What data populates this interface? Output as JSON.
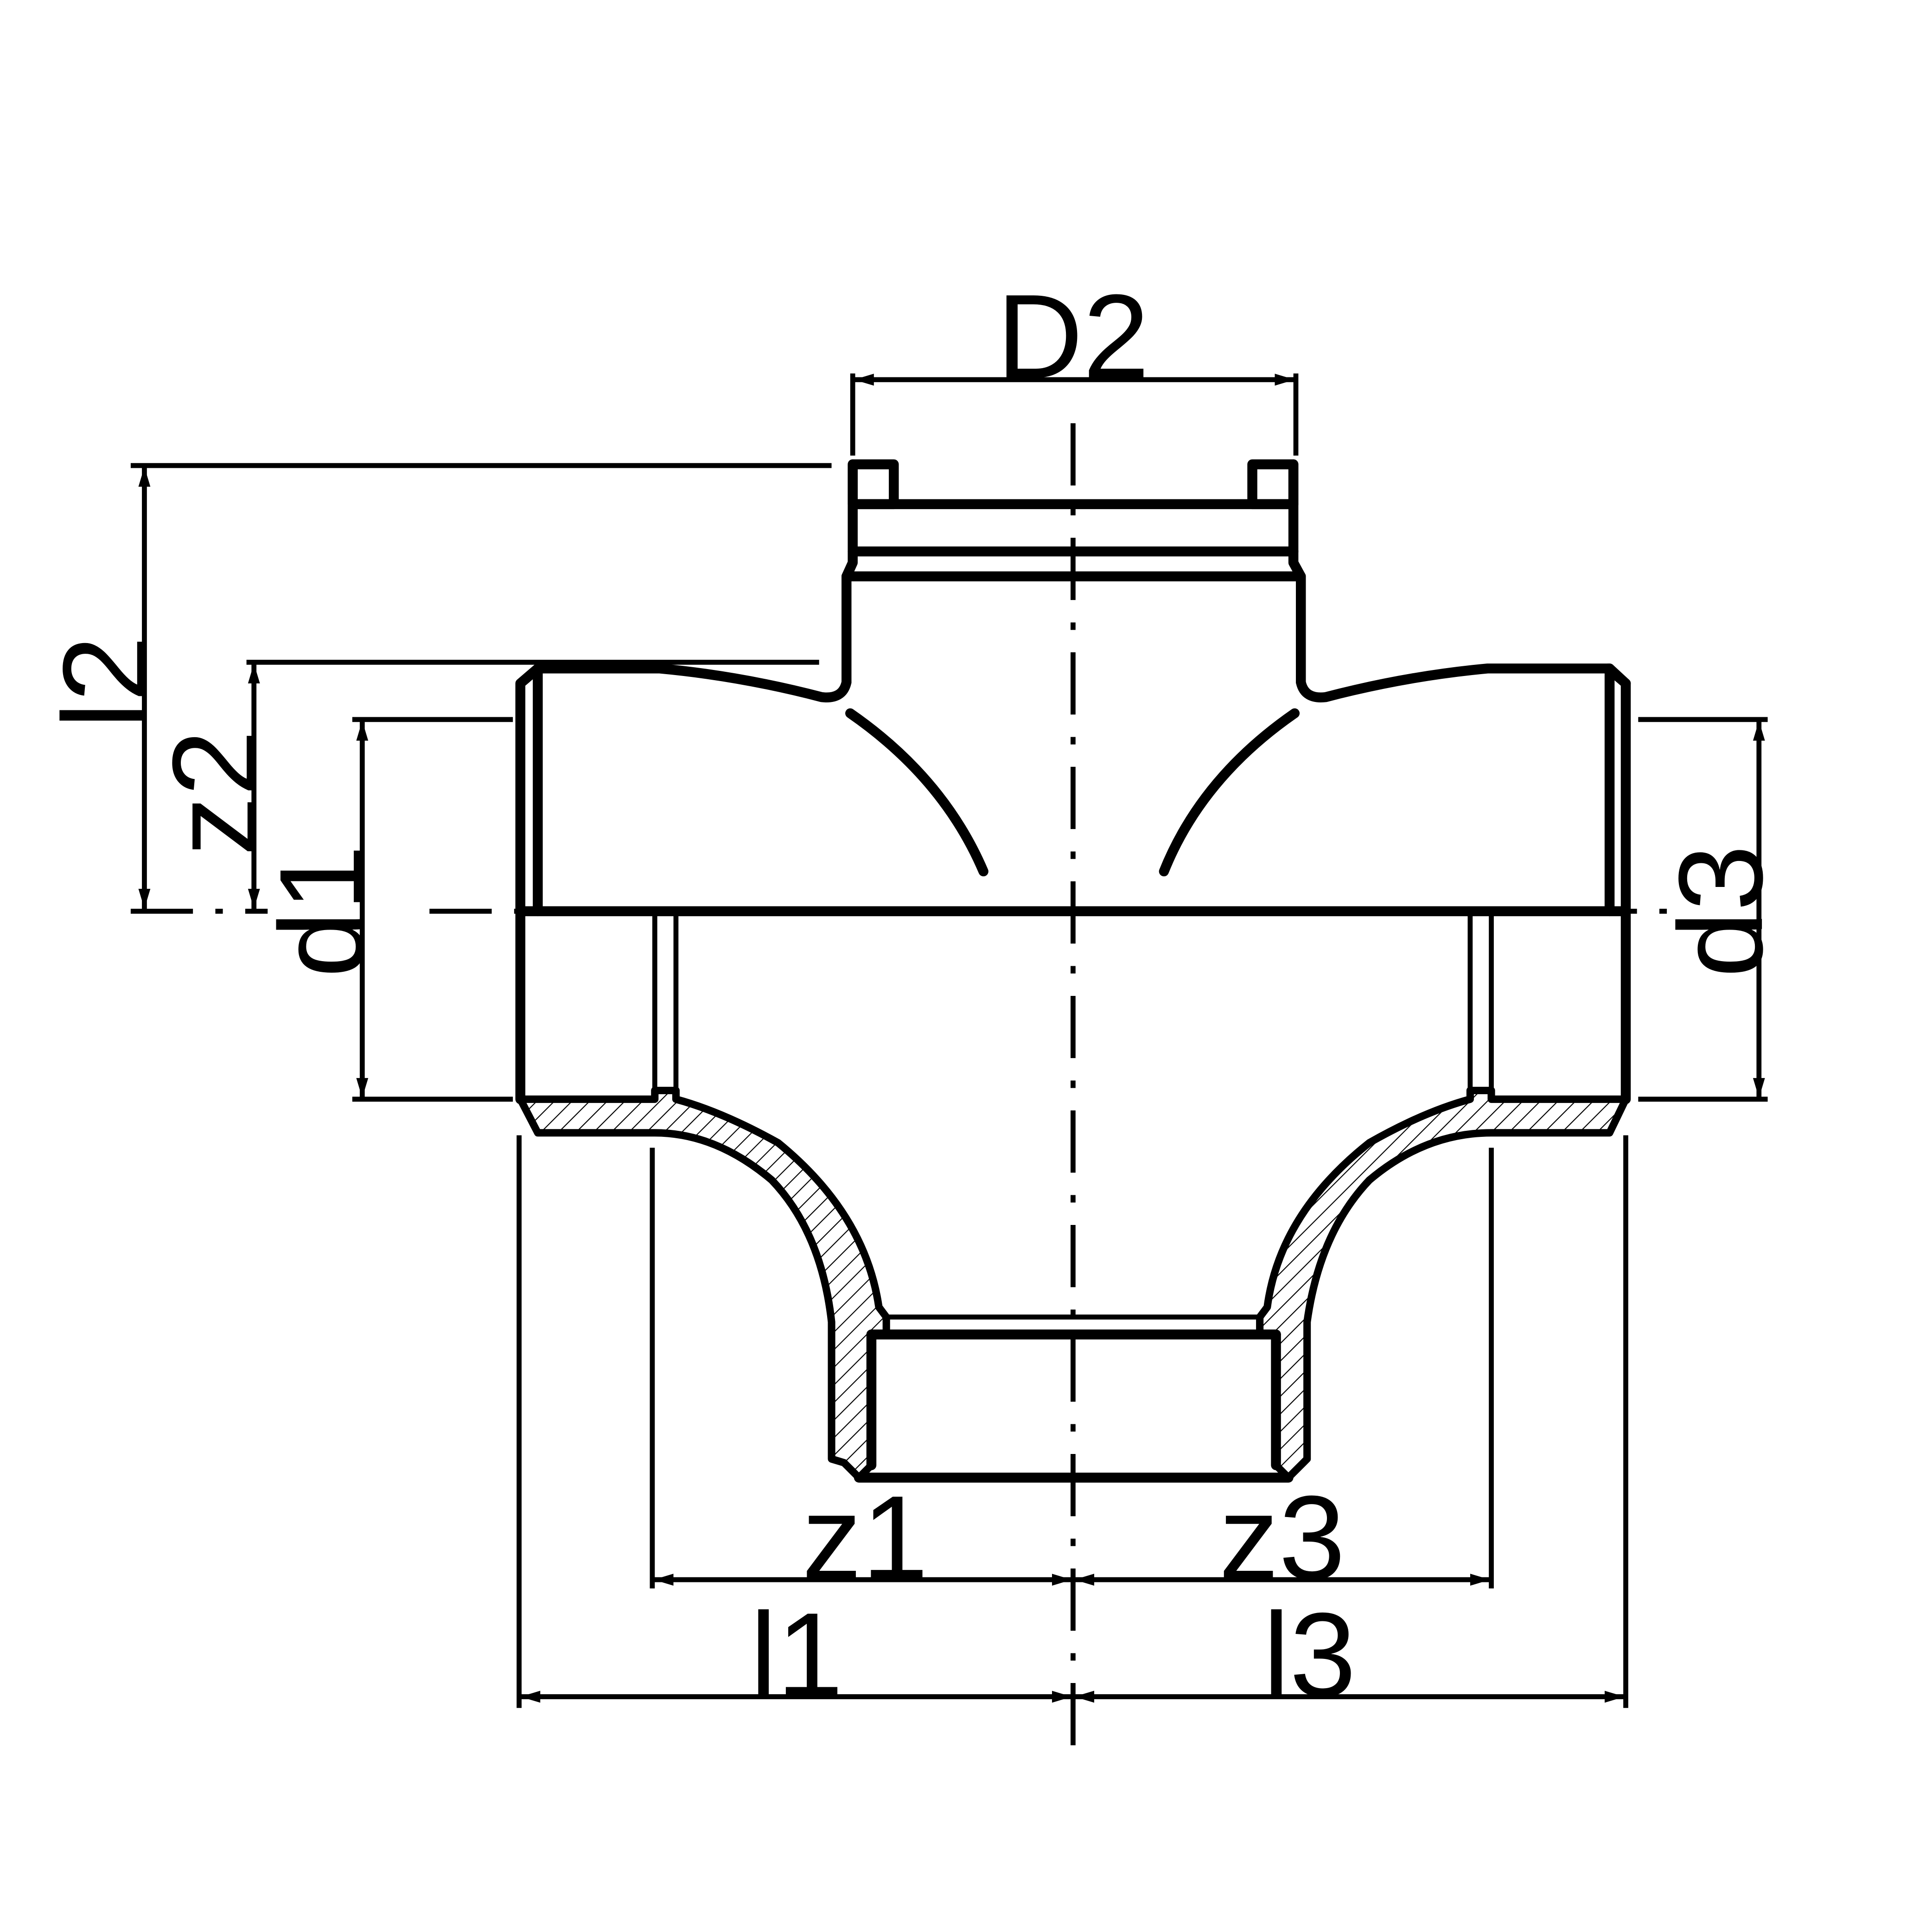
{
  "labels": {
    "D2": "D2",
    "l2": "l2",
    "z2": "z2",
    "d1": "d1",
    "d3": "d3",
    "z1": "z1",
    "z3": "z3",
    "l1": "l1",
    "l3": "l3"
  },
  "colors": {
    "line": "#000000",
    "background": "#ffffff"
  }
}
